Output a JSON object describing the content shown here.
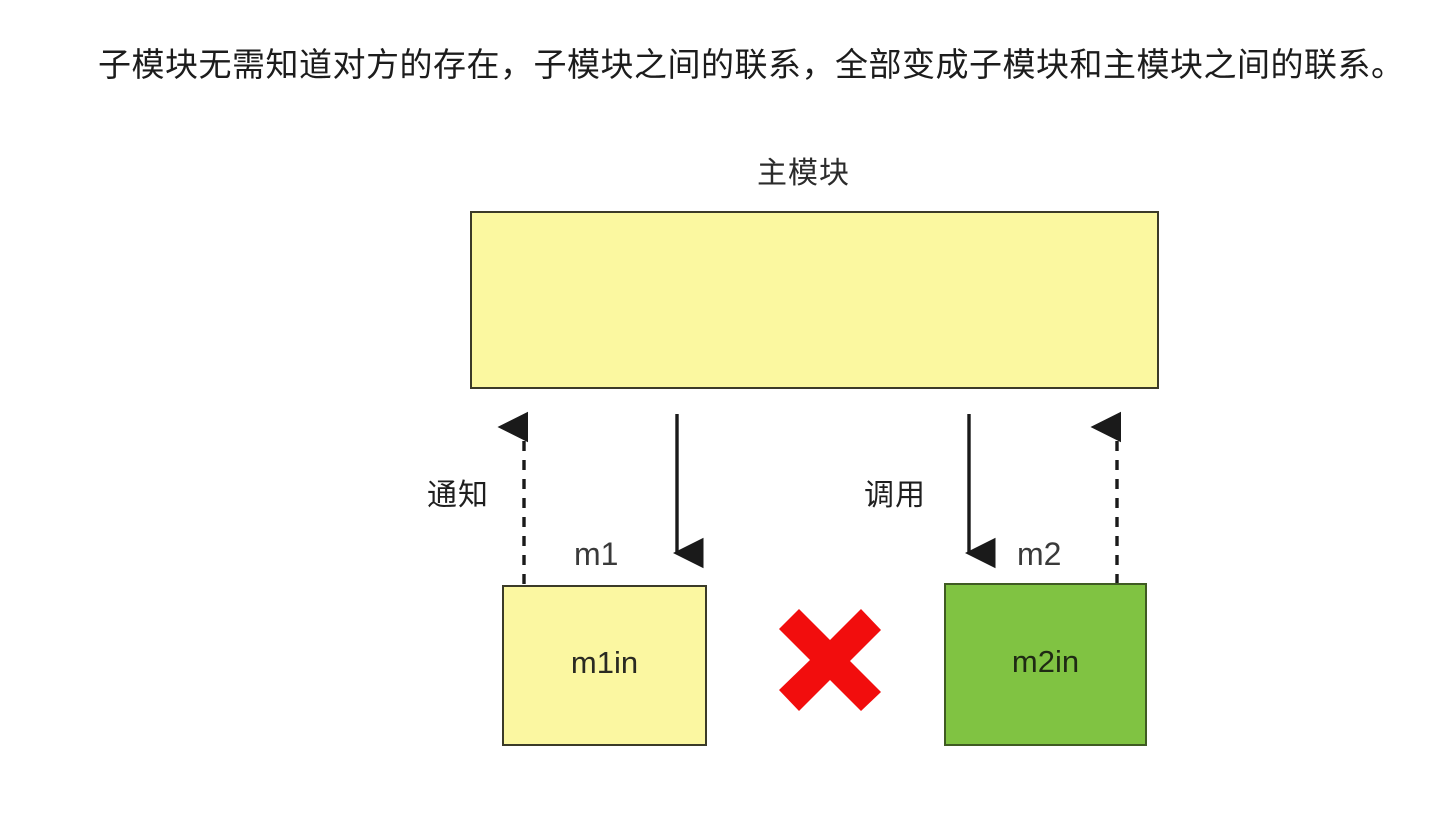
{
  "page": {
    "background": "#ffffff",
    "title": "子模块无需知道对方的存在，子模块之间的联系，全部变成子模块和主模块之间的联系。"
  },
  "colors": {
    "main_module_fill": "#fbf8a0",
    "m1in_fill": "#fbf7a1",
    "m2in_fill": "#80c342",
    "box_border": "#3b3b28",
    "green_border": "#3f5b22",
    "arrow": "#1a1a1a",
    "cross": "#f20d0d",
    "text": "#1c1c1c"
  },
  "diagram": {
    "main_module": {
      "label": "主模块",
      "box_text": ""
    },
    "children": [
      {
        "name": "m1",
        "top_label": "m1",
        "box_text": "m1in",
        "fill": "#fbf7a1"
      },
      {
        "name": "m2",
        "top_label": "m2",
        "box_text": "m2in",
        "fill": "#80c342"
      }
    ],
    "edges": [
      {
        "id": "notify-left",
        "label": "通知",
        "style": "dashed",
        "direction": "up",
        "from": "m1in",
        "to": "main-module"
      },
      {
        "id": "call-left",
        "label": "",
        "style": "solid",
        "direction": "down",
        "from": "main-module",
        "to": "m1in"
      },
      {
        "id": "call-right",
        "label": "调用",
        "style": "solid",
        "direction": "down",
        "from": "main-module",
        "to": "m2in"
      },
      {
        "id": "notify-right",
        "label": "",
        "style": "dashed",
        "direction": "up",
        "from": "m2in",
        "to": "main-module"
      }
    ],
    "forbidden_link": {
      "icon": "red-cross",
      "meaning": "no direct link between m1in and m2in"
    }
  }
}
